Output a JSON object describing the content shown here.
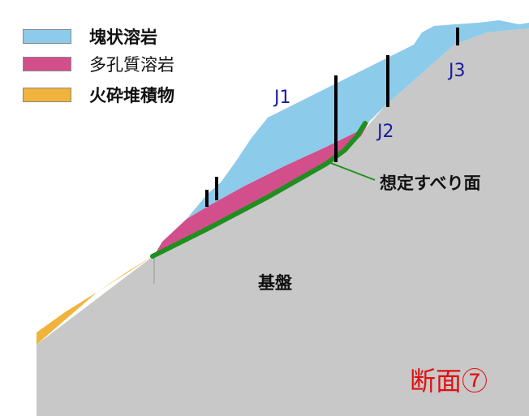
{
  "legend": [
    {
      "label": "塊状溶岩",
      "color": "#8ccbea",
      "bold": true
    },
    {
      "label": "多孔質溶岩",
      "color": "#d34f8b",
      "bold": false
    },
    {
      "label": "火砕堆積物",
      "color": "#f0b43c",
      "bold": true
    }
  ],
  "colors": {
    "bedrock": "#c8c8c8",
    "slip_surface": "#1f8f1f",
    "borehole": "#000000"
  },
  "boreholes": [
    "J1",
    "J2",
    "J3"
  ],
  "slip_surface_label": "想定すべり面",
  "bedrock_label": "基盤",
  "section_label": "断面⑦"
}
